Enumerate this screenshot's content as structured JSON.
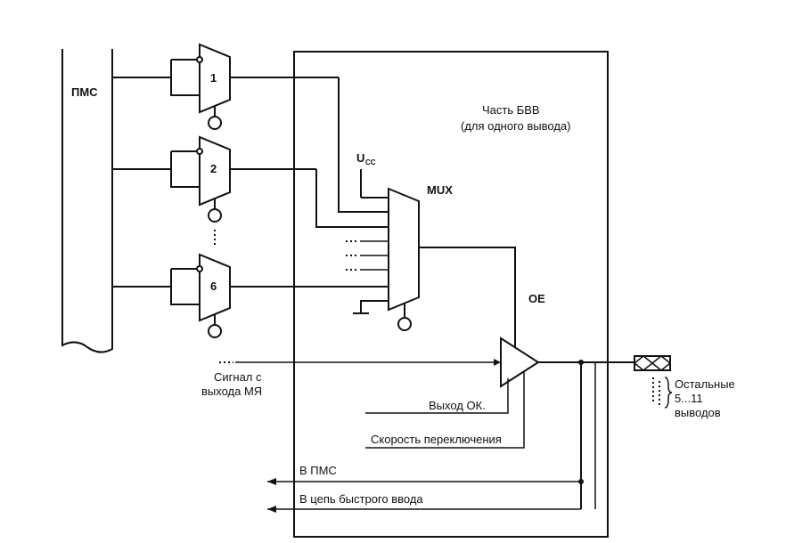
{
  "diagram": {
    "pms_label": "ПМС",
    "block_title_line1": "Часть БВВ",
    "block_title_line2": "(для одного вывода)",
    "vcc_main": "U",
    "vcc_sub": "CC",
    "mux_label": "MUX",
    "oe_label": "OE",
    "mux_inputs_labels": [
      "1",
      "2",
      "6"
    ],
    "signal_label_line1": "Сигнал с",
    "signal_label_line2": "выхода МЯ",
    "ok_output_label": "Выход ОК.",
    "switching_speed_label": "Скорость переключения",
    "to_pms_label": "В ПМС",
    "fast_input_label": "В цепь быстрого ввода",
    "other_pins_line1": "Остальные",
    "other_pins_line2": "5...11",
    "other_pins_line3": "выводов"
  }
}
